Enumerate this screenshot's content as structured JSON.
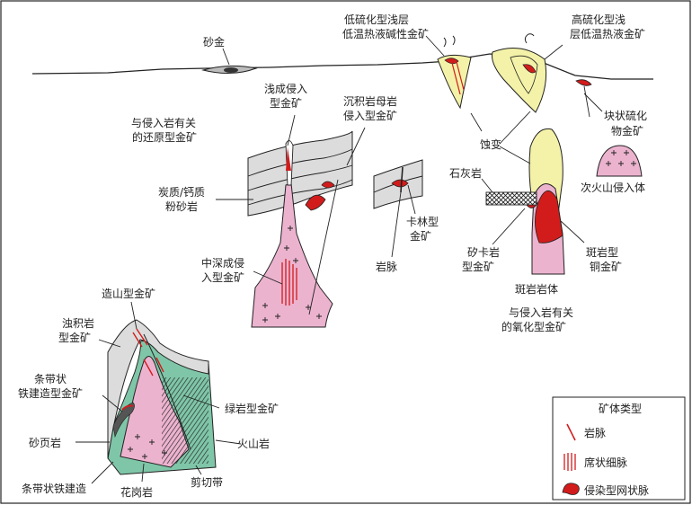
{
  "labels": {
    "placer": "砂金",
    "low_sulf_1": "低硫化型浅层",
    "low_sulf_2": "低温热液碱性金矿",
    "high_sulf_1": "高硫化型浅",
    "high_sulf_2": "层低温热液金矿",
    "shallow_1": "浅成侵入",
    "shallow_2": "型金矿",
    "reduced_1": "与侵入岩有关",
    "reduced_2": "的还原型金矿",
    "sed_host_1": "沉积岩母岩",
    "sed_host_2": "侵入型金矿",
    "massive_1": "块状硫化",
    "massive_2": "物金矿",
    "alteration": "蚀变",
    "limestone": "石灰岩",
    "subvolcanic": "次火山侵入体",
    "carbon_1": "炭质/钙质",
    "carbon_2": "粉砂岩",
    "carlin_1": "卡林型",
    "carlin_2": "金矿",
    "dyke": "岩脉",
    "skarn_1": "矽卡岩",
    "skarn_2": "型金矿",
    "porphyry_cu_1": "斑岩型",
    "porphyry_cu_2": "铜金矿",
    "mid_deep_1": "中深成侵",
    "mid_deep_2": "入型金矿",
    "porphyry_body": "斑岩岩体",
    "oxidized_1": "与侵入岩有关",
    "oxidized_2": "的氧化型金矿",
    "orogenic": "造山型金矿",
    "turbidite_1": "浊积岩",
    "turbidite_2": "型金矿",
    "bif_1": "条带状",
    "bif_2": "铁建造型金矿",
    "greenstone": "绿岩型金矿",
    "volcanic": "火山岩",
    "sandshale": "砂页岩",
    "bif_formation": "条带状铁建造",
    "granite": "花岗岩",
    "shear_zone": "剪切带"
  },
  "legend": {
    "title": "矿体类型",
    "items": [
      {
        "label": "岩脉",
        "symbol": "vein"
      },
      {
        "label": "席状细脉",
        "symbol": "stockwork"
      },
      {
        "label": "侵染型网状脉",
        "symbol": "disseminated"
      }
    ]
  },
  "colors": {
    "pink_intrusion": "#ecb3cf",
    "ore_red": "#d21c1c",
    "yellow_alteration": "#f3f2a8",
    "grey_sediment": "#dcdcdc",
    "green_volcanic": "#7fc6a8",
    "outline": "#222222"
  }
}
